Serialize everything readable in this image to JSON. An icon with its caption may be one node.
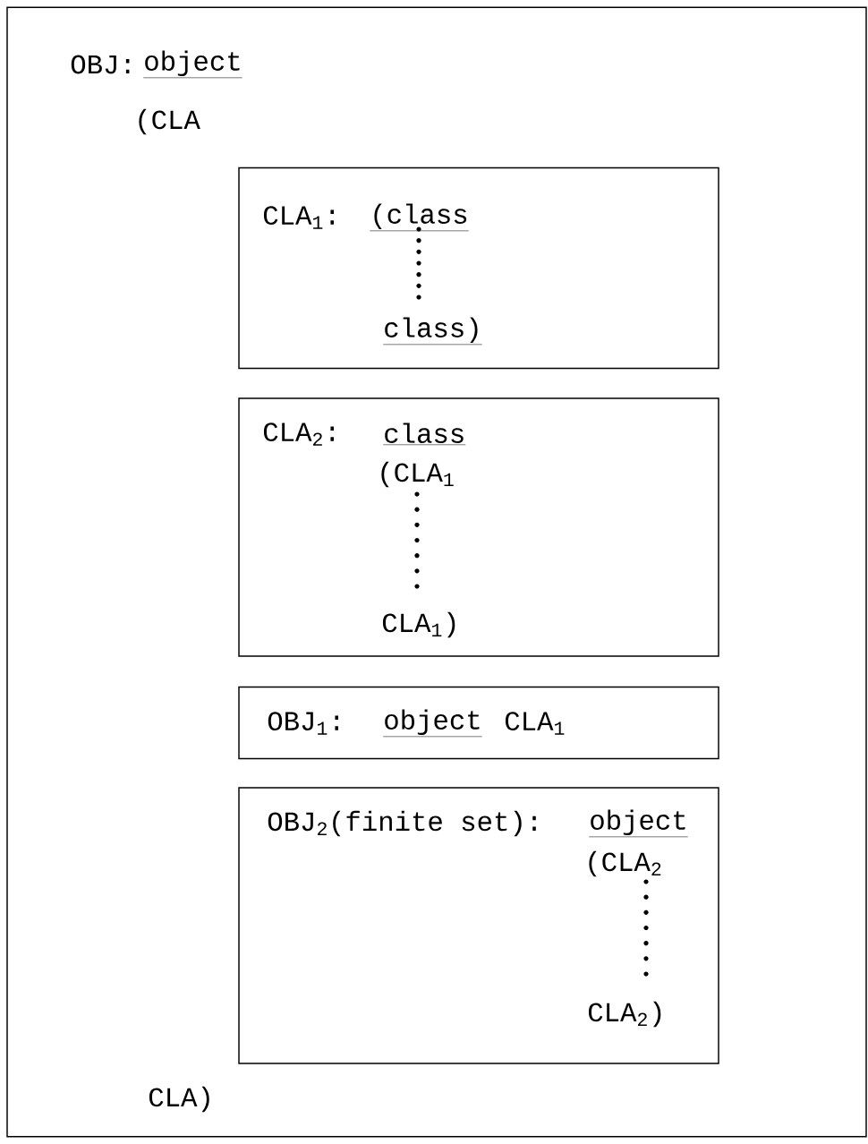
{
  "diagram": {
    "nodes": [
      {
        "text": [
          "OBJ:",
          "object",
          "(CLA",
          "CLA)"
        ]
      },
      {
        "text": [
          "CLA$_{1}$:",
          "(class",
          "class)"
        ],
        "in": 0
      },
      {
        "text": [
          "CLA$_{2}$:",
          "class",
          "(CLA$_{1}$",
          "CLA$_{1}$)"
        ],
        "in": 0
      },
      {
        "text": [
          "OBJ$_{1}$:",
          "object",
          "CLA$_{1}$"
        ],
        "in": 0
      },
      {
        "text": [
          "OBJ$_{2}$(finite set):",
          "object",
          "(CLA$_{2}$",
          "CLA$_{2}$)"
        ],
        "in": 0
      }
    ]
  }
}
